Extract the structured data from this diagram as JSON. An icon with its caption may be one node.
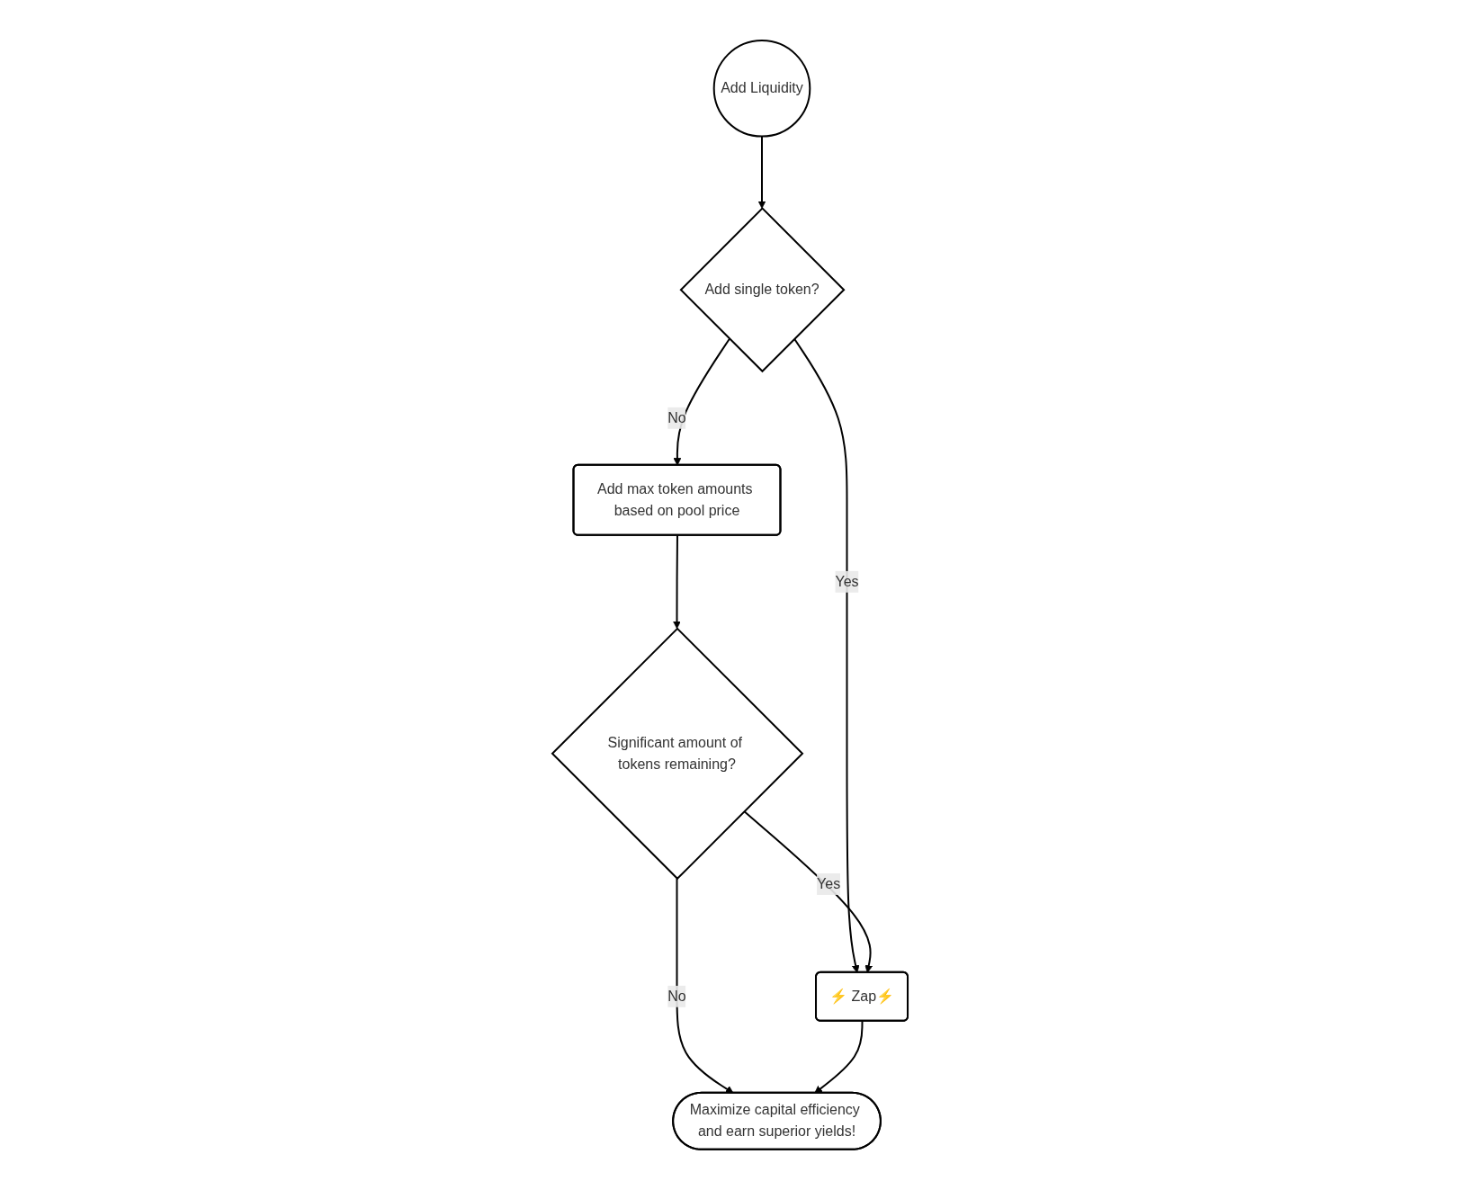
{
  "diagram": {
    "nodes": [
      {
        "text": [
          "Add Liquidity"
        ]
      },
      {
        "text": [
          "Add single token?"
        ]
      },
      {
        "text": [
          "Add max token amounts based on pool price"
        ]
      },
      {
        "text": [
          "⚡ Zap⚡"
        ]
      },
      {
        "text": [
          "Significant amount of tokens remaining?"
        ]
      },
      {
        "text": [
          "Maximize capital efficiency and earn superior yields!"
        ]
      }
    ],
    "edges": [
      {
        "from": 0,
        "to": 1,
        "arrow": "to"
      },
      {
        "from": 1,
        "to": 2,
        "label": "No",
        "arrow": "to"
      },
      {
        "from": 1,
        "to": 3,
        "label": "Yes",
        "arrow": "to"
      },
      {
        "from": 2,
        "to": 4,
        "arrow": "to"
      },
      {
        "from": 4,
        "to": 3,
        "label": "Yes",
        "arrow": "to"
      },
      {
        "from": 4,
        "to": 5,
        "label": "No",
        "arrow": "to"
      },
      {
        "from": 3,
        "to": 5,
        "arrow": "to"
      }
    ]
  }
}
